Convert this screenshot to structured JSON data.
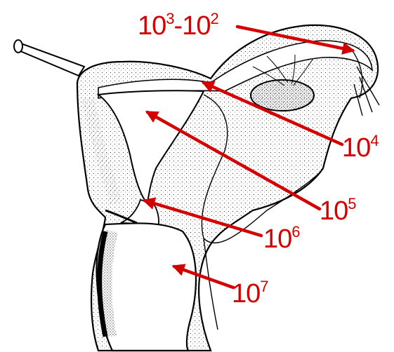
{
  "diagram": {
    "labels": [
      {
        "base": "10",
        "exp": "3",
        "sep": "-",
        "base2": "10",
        "exp2": "2"
      },
      {
        "base": "10",
        "exp": "4"
      },
      {
        "base": "10",
        "exp": "5"
      },
      {
        "base": "10",
        "exp": "6"
      },
      {
        "base": "10",
        "exp": "7"
      }
    ],
    "colors": {
      "arrow": "#d40000",
      "ink": "#000000",
      "background": "#ffffff"
    }
  }
}
